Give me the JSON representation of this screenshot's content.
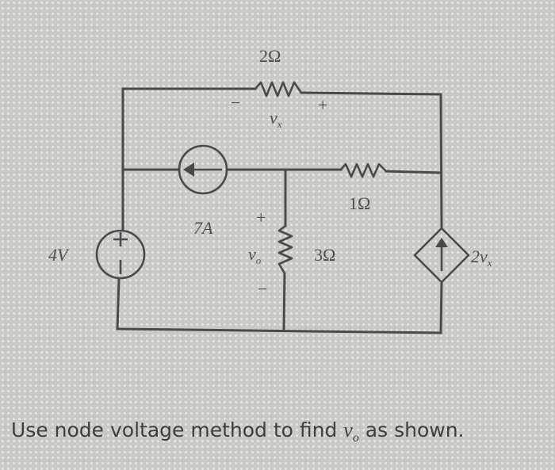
{
  "labels": {
    "r_top": "2Ω",
    "r_right": "1Ω",
    "r_mid": "3Ω",
    "v_source": "4V",
    "plus_sign": "+",
    "minus_sign": "−",
    "i_source": "7A",
    "vx_var": "v",
    "vx_sub": "x",
    "vo_var": "v",
    "vo_sub": "o",
    "dep_coef": "2v",
    "dep_sub": "x"
  },
  "instruction": {
    "before": "Use node voltage method to find",
    "var": "v",
    "sub": "o",
    "after": "as shown."
  }
}
